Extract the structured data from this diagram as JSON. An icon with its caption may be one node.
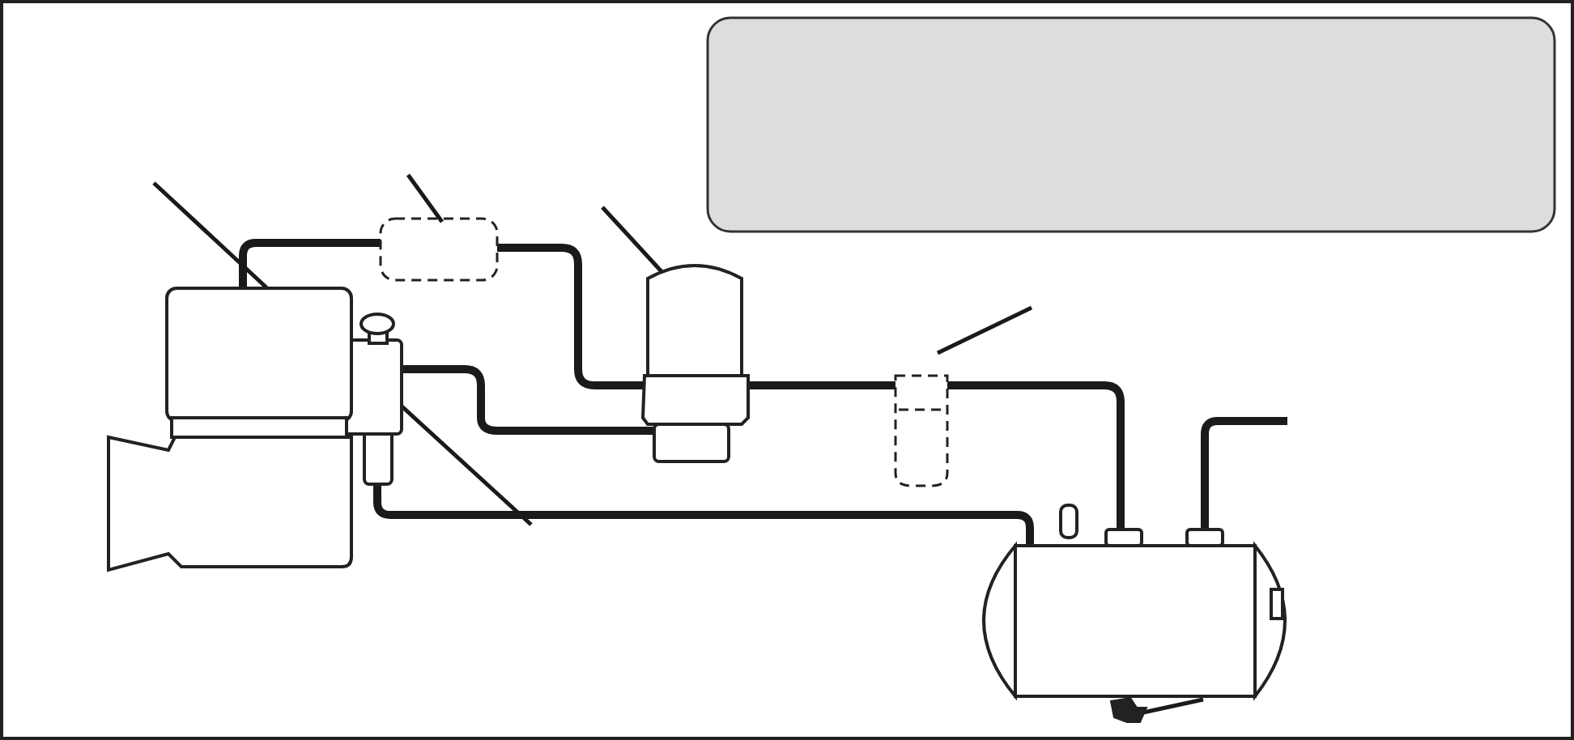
{
  "diagram": {
    "nodes": [
      {
        "text": [],
        "shape": "picture"
      },
      {
        "text": [],
        "shape": "box"
      },
      {
        "text": [],
        "shape": "cylinder"
      },
      {
        "text": [],
        "shape": "cylinder"
      },
      {
        "text": [],
        "shape": "box"
      },
      {
        "text": [],
        "shape": "cylinder"
      }
    ],
    "edges": [
      {
        "from": 0,
        "to": 4,
        "arrow": "none"
      },
      {
        "from": 4,
        "to": 2,
        "arrow": "none"
      },
      {
        "from": 1,
        "to": 2,
        "arrow": "none"
      },
      {
        "from": 2,
        "to": 5,
        "arrow": "none"
      },
      {
        "from": 5,
        "to": 3,
        "arrow": "none"
      },
      {
        "from": 1,
        "to": 3,
        "arrow": "none"
      },
      {
        "from": 3,
        "to": null,
        "arrow": "none"
      },
      {
        "from": null,
        "to": 0,
        "arrow": "none"
      },
      {
        "from": null,
        "to": 4,
        "arrow": "none"
      },
      {
        "from": null,
        "to": 2,
        "arrow": "none"
      },
      {
        "from": null,
        "to": 5,
        "arrow": "none"
      },
      {
        "from": null,
        "to": 1,
        "arrow": "none"
      },
      {
        "from": null,
        "to": 3,
        "arrow": "none"
      }
    ]
  }
}
